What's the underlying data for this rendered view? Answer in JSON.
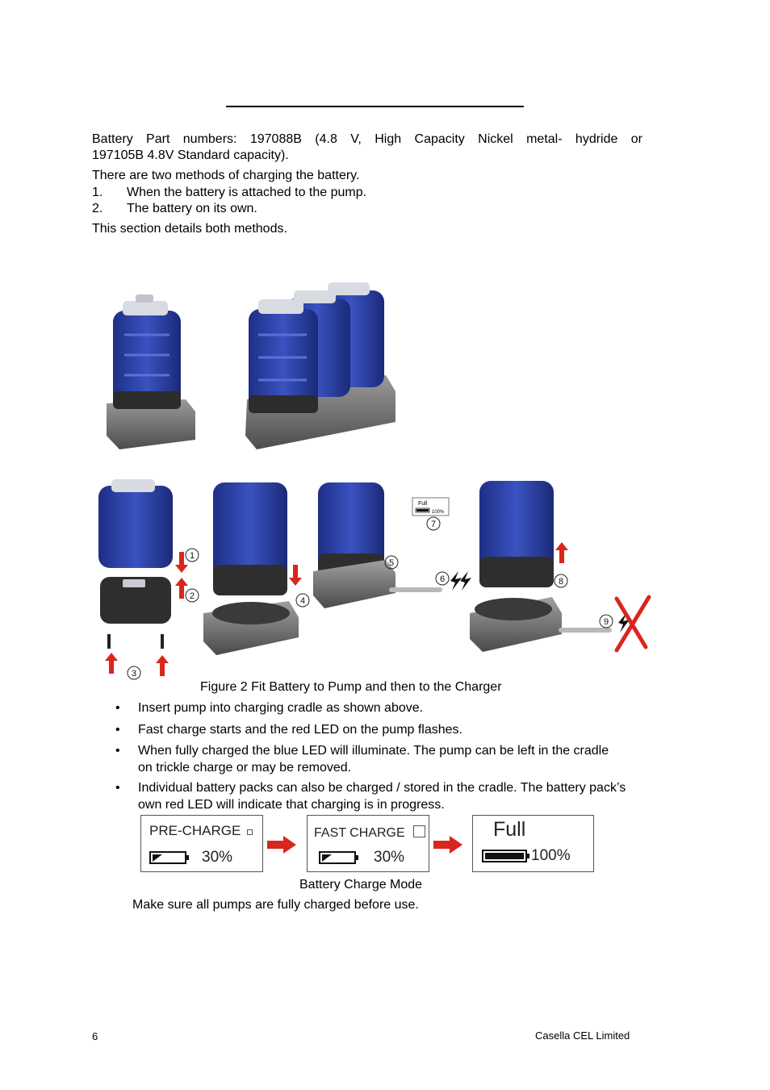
{
  "intro": {
    "line1_part_a": "Battery Part numbers: 197088B (4.8 V, High Capacity  Nickel metal- hydride or",
    "line1_part_b": "197105B 4.8V Standard capacity).",
    "methods_intro": "There are two methods of charging the battery.",
    "methods": [
      {
        "num": "1.",
        "text": "When the battery is attached to the pump."
      },
      {
        "num": "2.",
        "text": "The battery on its own."
      }
    ],
    "section_note": "This section details both methods."
  },
  "figure": {
    "caption": "Figure 2 Fit Battery to Pump and then to the Charger",
    "step_numbers": [
      "1",
      "2",
      "3",
      "4",
      "5",
      "6",
      "7",
      "8",
      "9"
    ],
    "inset_full_label": "Full",
    "inset_percent": "100%"
  },
  "bullets": [
    "Insert pump into charging cradle as shown above.",
    "Fast charge starts and the red LED on the pump flashes.",
    "When fully charged the blue LED will illuminate. The pump can be left in the cradle on trickle charge or may be removed.",
    "Individual battery packs can also be charged / stored in the cradle. The battery pack’s own red LED will indicate that charging is in progress."
  ],
  "charge_modes": {
    "panels": [
      {
        "label": "PRE-CHARGE",
        "percent": "30%",
        "level": 0.3
      },
      {
        "label": "FAST CHARGE",
        "percent": "30%",
        "level": 0.3
      },
      {
        "label": "Full",
        "percent": "100%",
        "level": 1.0
      }
    ],
    "caption": "Battery Charge Mode"
  },
  "closing_note": "Make sure all pumps are fully charged before use.",
  "footer": {
    "page_number": "6",
    "company": "Casella CEL Limited"
  },
  "colors": {
    "pump_blue": "#2a3f9e",
    "cradle_gray": "#6b6b6b",
    "arrow_red": "#d8261e"
  }
}
